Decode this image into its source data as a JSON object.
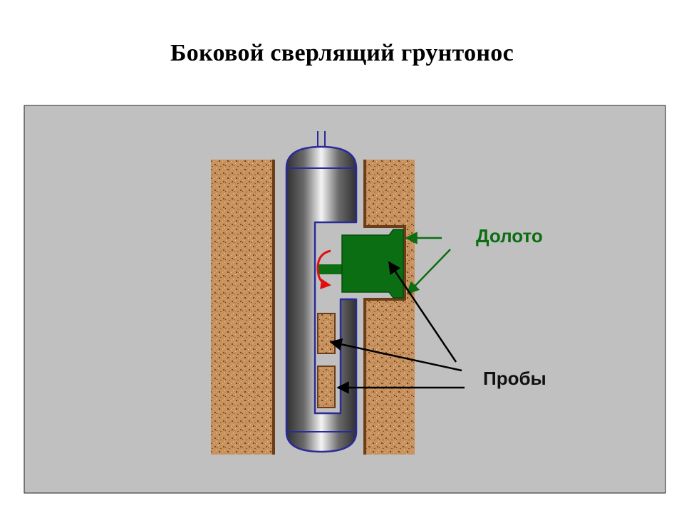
{
  "title": "Боковой сверлящий грунтонос",
  "labels": {
    "bit": "Долото",
    "samples": "Пробы"
  },
  "colors": {
    "background_panel": "#c0c0c0",
    "soil": "#c89060",
    "tool_outline": "#2a2a9a",
    "bit": "#0b6e12",
    "bit_label": "#0b6e12",
    "rotation_arrow": "#e01010",
    "pointer": "#000000"
  }
}
